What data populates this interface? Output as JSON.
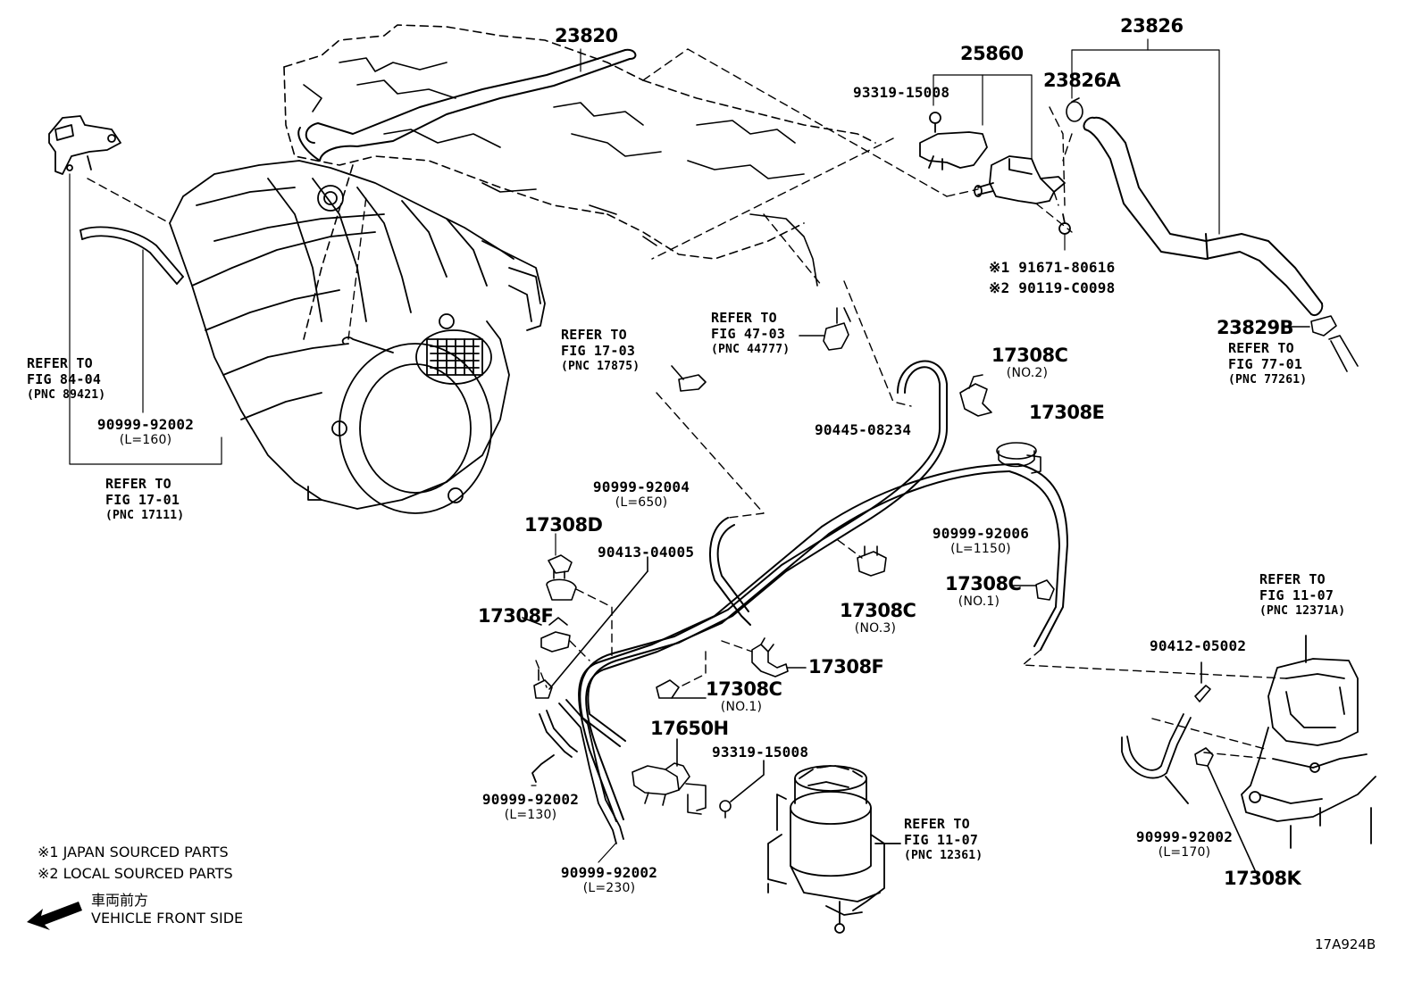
{
  "diagram_id": "17A924B",
  "labels": {
    "p23820": "23820",
    "p23826": "23826",
    "p25860": "25860",
    "p23826A": "23826A",
    "p93319_top": "93319-15008",
    "n1_code": "※1 91671-80616",
    "n2_code": "※2 90119-C0098",
    "p23829B": "23829B",
    "ref77": [
      "REFER TO",
      "FIG 77-01",
      "(PNC 77261)"
    ],
    "ref84": [
      "REFER TO",
      "FIG 84-04",
      "(PNC 89421)"
    ],
    "hose160": [
      "90999-92002",
      "(L=160)"
    ],
    "ref1701": [
      "REFER TO",
      "FIG 17-01",
      "(PNC 17111)"
    ],
    "ref1703": [
      "REFER TO",
      "FIG 17-03",
      "(PNC 17875)"
    ],
    "ref4703": [
      "REFER TO",
      "FIG 47-03",
      "(PNC 44777)"
    ],
    "p17308C_no2": [
      "17308C",
      "(NO.2)"
    ],
    "p90445": "90445-08234",
    "p17308E": "17308E",
    "hose650": [
      "90999-92004",
      "(L=650)"
    ],
    "p17308D": "17308D",
    "p90413": "90413-04005",
    "p17308F_left": "17308F",
    "hose1150": [
      "90999-92006",
      "(L=1150)"
    ],
    "p17308C_no1_right": [
      "17308C",
      "(NO.1)"
    ],
    "p17308C_no3": [
      "17308C",
      "(NO.3)"
    ],
    "p17308F_mid": "17308F",
    "p17308C_no1_mid": [
      "17308C",
      "(NO.1)"
    ],
    "ref1107a": [
      "REFER TO",
      "FIG 11-07",
      "(PNC 12371A)"
    ],
    "p90412": "90412-05002",
    "p17650H": "17650H",
    "p93319_bottom": "93319-15008",
    "hose130": [
      "90999-92002",
      "(L=130)"
    ],
    "hose230": [
      "90999-92002",
      "(L=230)"
    ],
    "ref1107b": [
      "REFER TO",
      "FIG 11-07",
      "(PNC 12361)"
    ],
    "hose170": [
      "90999-92002",
      "(L=170)"
    ],
    "p17308K": "17308K"
  },
  "legend": {
    "note1": "※1 JAPAN SOURCED PARTS",
    "note2": "※2 LOCAL SOURCED PARTS",
    "front_jp": "車両前方",
    "front_en": "VEHICLE FRONT SIDE"
  },
  "colors": {
    "ink": "#000000",
    "paper": "#ffffff"
  },
  "icons": [
    "arrow-left-icon"
  ]
}
